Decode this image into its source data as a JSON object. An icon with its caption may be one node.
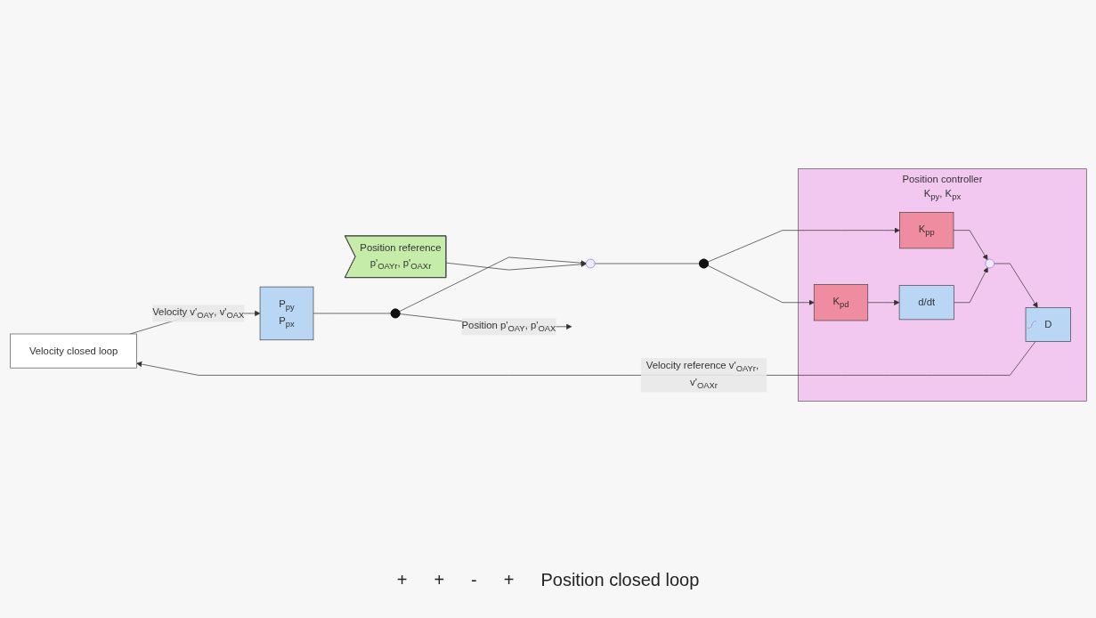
{
  "diagram": {
    "nodes": [
      {
        "text": [
          "Velocity closed loop"
        ]
      },
      {
        "text": [
          "P$_{py}$",
          "P$_{px}$"
        ]
      },
      {
        "text": [
          "Position controller",
          "K$_{py}$, K$_{px}$"
        ]
      },
      {
        "text": [
          "D"
        ],
        "in": 2
      },
      {
        "text": [],
        "shape": "circle",
        "in": 2
      },
      {
        "text": [
          "K$_{pp}$"
        ],
        "in": 2
      },
      {
        "text": [
          "d/dt"
        ],
        "in": 2
      },
      {
        "text": [
          "K$_{pd}$"
        ],
        "in": 2
      },
      {
        "text": [],
        "shape": "circle"
      },
      {
        "text": [],
        "shape": "circle"
      },
      {
        "text": [
          "Position reference",
          "p'$_{OAYr}$, p'$_{OAXr}$"
        ]
      },
      {
        "text": [],
        "shape": "circle"
      }
    ],
    "edges": [
      {
        "from": 0,
        "to": 1,
        "arrow": "to",
        "label": "Velocity v'$_{OAY}$, v'$_{OAX}$"
      },
      {
        "from": 1,
        "to": 11,
        "arrow": "none"
      },
      {
        "from": 11,
        "to": null,
        "arrow": "to",
        "label": "Position p'$_{OAY}$, p'$_{OAX}$"
      },
      {
        "from": 11,
        "to": 9,
        "arrow": "to"
      },
      {
        "from": 10,
        "to": 9,
        "arrow": "to"
      },
      {
        "from": 9,
        "to": 8,
        "arrow": "none"
      },
      {
        "from": 8,
        "to": 5,
        "arrow": "to"
      },
      {
        "from": 8,
        "to": 7,
        "arrow": "to"
      },
      {
        "from": 5,
        "to": 4,
        "arrow": "to"
      },
      {
        "from": 7,
        "to": 6,
        "arrow": "to"
      },
      {
        "from": 6,
        "to": 4,
        "arrow": "to"
      },
      {
        "from": 4,
        "to": 3,
        "arrow": "to"
      },
      {
        "from": 3,
        "to": 0,
        "arrow": "to",
        "label": "Velocity reference v'$_{OAYr}$, v'$_{OAXr}$"
      }
    ],
    "labels": [
      "+",
      "+",
      "-",
      "+",
      "Position closed loop"
    ]
  }
}
